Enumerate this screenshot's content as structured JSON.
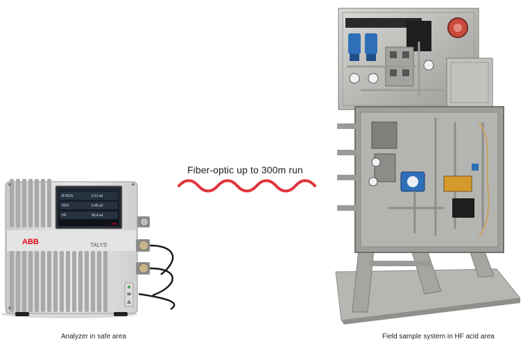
{
  "link": {
    "label": "Fiber-optic up to 300m run",
    "wave_color": "#e0343c"
  },
  "analyzer": {
    "caption": "Analyzer in safe area",
    "brand_logo_text": "ABB",
    "model_text": "TALYS",
    "display_rows": [
      {
        "name": "B-HCN",
        "value": "0.12 wt"
      },
      {
        "name": "H2O",
        "value": "0.45 wt"
      },
      {
        "name": "HF",
        "value": "99.4 wt"
      }
    ],
    "display_logo_text": "ABB",
    "status_icons": [
      "status-led-icon",
      "network-icon",
      "warning-icon"
    ]
  },
  "sample_system": {
    "caption": "Field sample system in HF acid area"
  },
  "colors": {
    "brand_red": "#e30613",
    "steel": "#b7b7b5",
    "filter_blue": "#2f6fb8"
  }
}
